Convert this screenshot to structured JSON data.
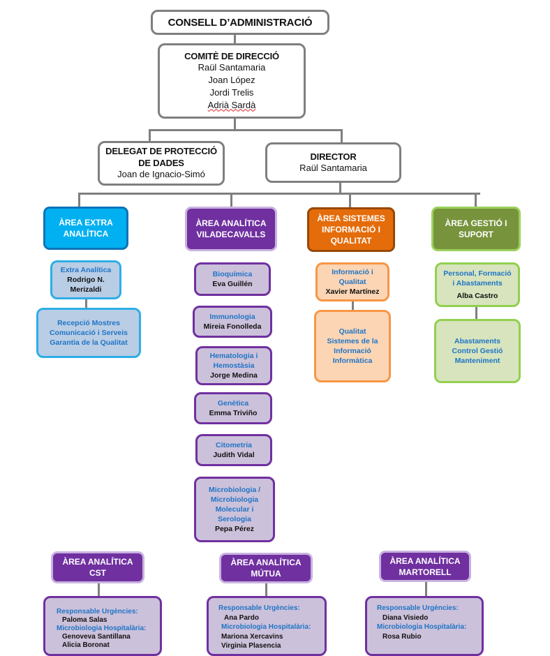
{
  "board": {
    "title": "CONSELL  D’ADMINISTRACIÓ"
  },
  "committee": {
    "title": "COMITÈ DE DIRECCIÓ",
    "members": [
      "Raül Santamaria",
      "Joan López",
      "Jordi Trelis",
      "Adrià Sardà"
    ]
  },
  "dpo": {
    "title_line1": "DELEGAT DE PROTECCIÓ",
    "title_line2": "DE DADES",
    "name": "Joan de Ignacio-Simó"
  },
  "director": {
    "title": "DIRECTOR",
    "name": "Raül Santamaria"
  },
  "colors": {
    "connector": "#7f7f7f",
    "extra_analitica": "#00b0f0",
    "analitica": "#7030a0",
    "sistemes": "#e46c0a",
    "gestio": "#77933c",
    "label_blue": "#1f74c5"
  },
  "areas": {
    "extra": {
      "title_line1": "ÀREA EXTRA",
      "title_line2": "ANALÍTICA",
      "units": [
        {
          "label": "Extra Analítica",
          "name_line1": "Rodrigo N.",
          "name_line2": "Merizaldi"
        },
        {
          "line1": "Recepció Mostres",
          "line2": "Comunicació i Serveis",
          "line3": "Garantia de la Qualitat"
        }
      ]
    },
    "viladecavalls": {
      "title_line1": "ÀREA ANALÍTICA",
      "title_line2": "VILADECAVALLS",
      "units": [
        {
          "label": "Bioquímica",
          "name": "Eva Guillén"
        },
        {
          "label": "Immunologia",
          "name": "Mireia Fonolleda"
        },
        {
          "label_line1": "Hematologia i",
          "label_line2": "Hemostàsia",
          "name": "Jorge Medina"
        },
        {
          "label": "Genètica",
          "name": "Emma Triviño"
        },
        {
          "label": "Citometria",
          "name": "Judith Vidal"
        },
        {
          "label_line1": "Microbiologia /",
          "label_line2": "Microbiologia",
          "label_line3": "Molecular i",
          "label_line4": "Serologia",
          "name": "Pepa Pérez"
        }
      ]
    },
    "sistemes": {
      "title_line1": "ÀREA SISTEMES",
      "title_line2": "INFORMACIÓ I",
      "title_line3": "QUALITAT",
      "units": [
        {
          "label_line1": "Informació i",
          "label_line2": "Qualitat",
          "name": "Xavier Martínez"
        },
        {
          "line1": "Qualitat",
          "line2": "Sistemes de la",
          "line3": "Informació",
          "line4": "Informàtica"
        }
      ]
    },
    "gestio": {
      "title_line1": "ÀREA GESTIÓ I",
      "title_line2": "SUPORT",
      "units": [
        {
          "label_line1": "Personal, Formació",
          "label_line2": "i Abastaments",
          "name": "Alba Castro"
        },
        {
          "line1": "Abastaments",
          "line2": "Control Gestió",
          "line3": "Manteniment"
        }
      ]
    },
    "cst": {
      "title_line1": "ÀREA ANALÍTICA",
      "title_line2": "CST",
      "urgencies_label": "Responsable Urgències:",
      "urgencies": [
        "Paloma Salas"
      ],
      "micro_label": "Microbiologia Hospitalària:",
      "micro": [
        "Genoveva Santillana",
        "Alicia Boronat"
      ]
    },
    "mutua": {
      "title_line1": "ÀREA ANALÍTICA",
      "title_line2": "MÚTUA",
      "urgencies_label": "Responsable Urgències:",
      "urgencies": [
        "Ana Pardo"
      ],
      "micro_label": "Microbiologia Hospitalària:",
      "micro": [
        "Mariona Xercavins",
        "Virginia Plasencia"
      ]
    },
    "martorell": {
      "title_line1": "ÀREA ANALÍTICA",
      "title_line2": "MARTORELL",
      "urgencies_label": "Responsable Urgències:",
      "urgencies": [
        "Diana Visiedo"
      ],
      "micro_label": "Microbiologia Hospitalària:",
      "micro": [
        "Rosa Rubio"
      ]
    }
  }
}
